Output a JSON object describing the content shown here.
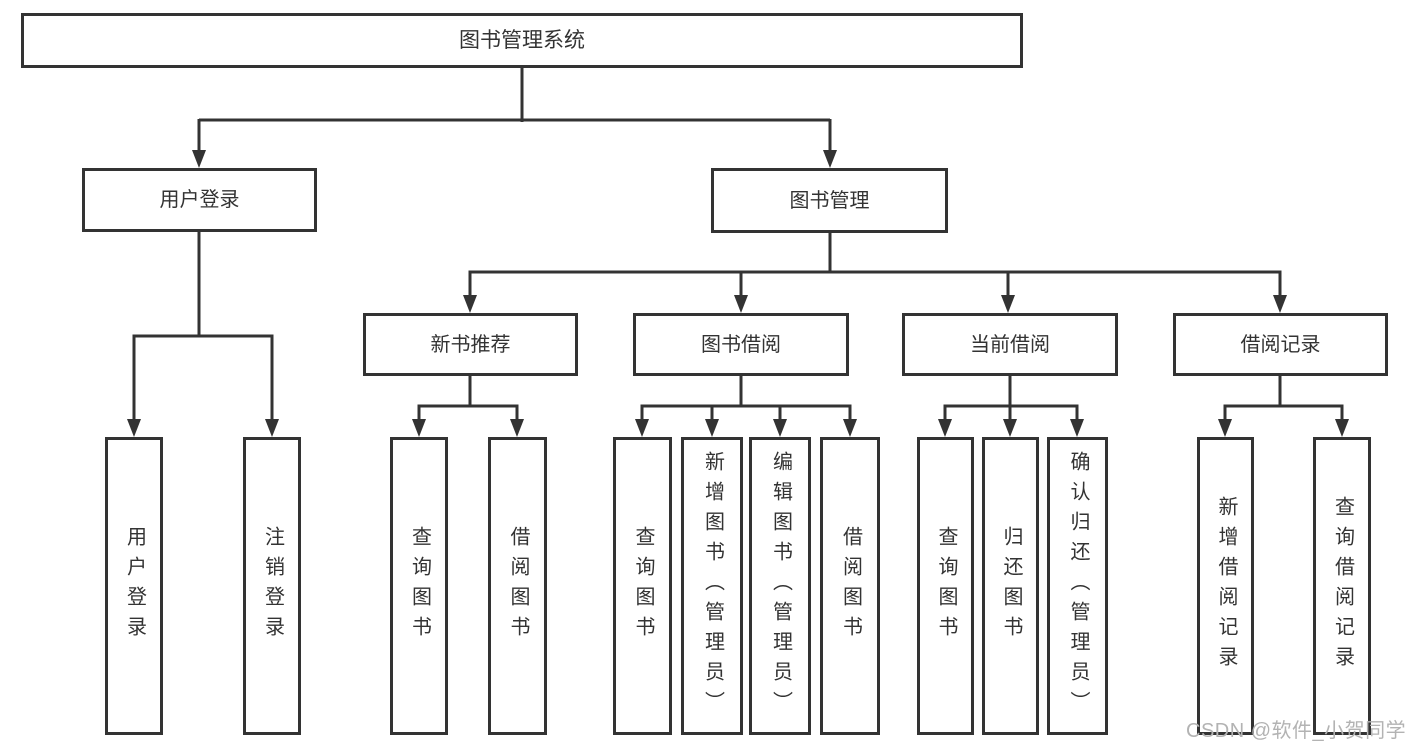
{
  "diagram": {
    "tree": {
      "label": "图书管理系统",
      "children": [
        {
          "label": "用户登录",
          "children": [
            {
              "label": "用户登录"
            },
            {
              "label": "注销登录"
            }
          ]
        },
        {
          "label": "图书管理",
          "children": [
            {
              "label": "新书推荐",
              "children": [
                {
                  "label": "查询图书"
                },
                {
                  "label": "借阅图书"
                }
              ]
            },
            {
              "label": "图书借阅",
              "children": [
                {
                  "label": "查询图书"
                },
                {
                  "label": "新增图书（管理员）"
                },
                {
                  "label": "编辑图书（管理员）"
                },
                {
                  "label": "借阅图书"
                }
              ]
            },
            {
              "label": "当前借阅",
              "children": [
                {
                  "label": "查询图书"
                },
                {
                  "label": "归还图书"
                },
                {
                  "label": "确认归还（管理员）"
                }
              ]
            },
            {
              "label": "借阅记录",
              "children": [
                {
                  "label": "新增借阅记录"
                },
                {
                  "label": "查询借阅记录"
                }
              ]
            }
          ]
        }
      ]
    },
    "colors": {
      "line": "#333333",
      "text": "#333333",
      "background": "#ffffff",
      "watermark": "#b3b3b3"
    },
    "watermark": "CSDN @软件_小贺同学"
  }
}
